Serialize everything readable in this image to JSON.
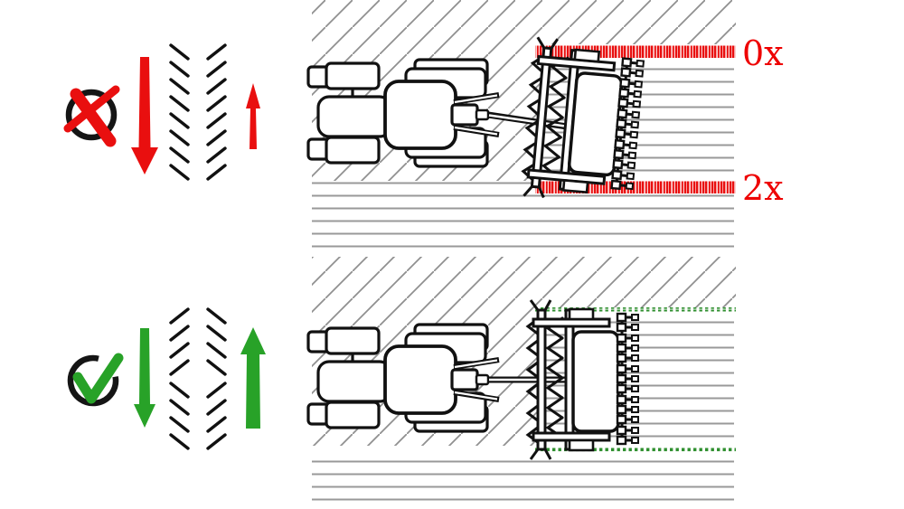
{
  "colors": {
    "error_red": "#e90f0f",
    "label_red": "#ee0000",
    "ok_green": "#28a228",
    "dot_green": "#2f8f2f",
    "row_gray": "#999999",
    "hatch_gray": "#909090",
    "ink": "#111111"
  },
  "panels": {
    "incorrect": {
      "verdict_icon": "cross-circle-icon",
      "pass_down_arrow": "long-red-down-arrow",
      "pass_up_arrow": "short-red-up-arrow",
      "track_pattern": "chevrons-pointing-down-both-columns",
      "field": {
        "unworked": "diagonal-hatch",
        "worked": "horizontal-rows",
        "missed_strip_label": "0x",
        "double_worked_strip_label": "2x"
      }
    },
    "correct": {
      "verdict_icon": "check-circle-icon",
      "pass_down_arrow": "green-down-arrow",
      "pass_up_arrow": "long-green-up-arrow",
      "track_pattern": "chevrons-mirrored-between-passes",
      "field": {
        "unworked": "diagonal-hatch",
        "worked": "horizontal-rows",
        "edge_marking": "green-dotted-boundary"
      }
    }
  }
}
